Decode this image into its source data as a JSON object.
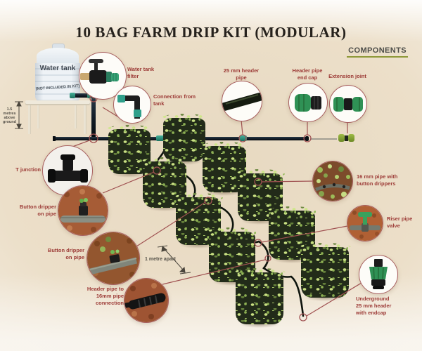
{
  "title": "10 BAG FARM DRIP KIT (MODULAR)",
  "components_heading": "COMPONENTS",
  "tank": {
    "label": "Water tank",
    "note": "(NOT INCLUDED IN KIT)"
  },
  "annotations": {
    "tank_height": "1.5 metres\nabove ground",
    "bag_spacing": "1 metre apart"
  },
  "callouts": {
    "water_tank_filter": {
      "label": "Water tank\nfilter"
    },
    "connection_from_tank": {
      "label": "Connection from\ntank"
    },
    "t_junction": {
      "label": "T junction"
    },
    "header_pipe_25mm": {
      "label": "25 mm header\npipe"
    },
    "header_pipe_end_cap": {
      "label": "Header pipe\nend cap"
    },
    "extension_joint": {
      "label": "Extension joint"
    },
    "pipe_16mm_drippers": {
      "label": "16 mm pipe with\nbutton drippers"
    },
    "riser_pipe_valve": {
      "label": "Riser pipe\nvalve"
    },
    "underground_header": {
      "label": "Underground\n25 mm header\nwith endcap"
    },
    "button_dripper_1": {
      "label": "Button dripper\non pipe"
    },
    "button_dripper_2": {
      "label": "Button dripper\non pipe"
    },
    "header_to_16mm": {
      "label": "Header pipe to\n16mm pipe\nconnection"
    }
  },
  "colors": {
    "label_text": "#9c3a36",
    "leader_line": "#a05252",
    "components_underline": "#8e9838",
    "fitting_green": "#2f9155",
    "fitting_teal": "#2f9f8a",
    "pipe_dark": "#141f2b",
    "background_beige": "#e7d9c1"
  }
}
